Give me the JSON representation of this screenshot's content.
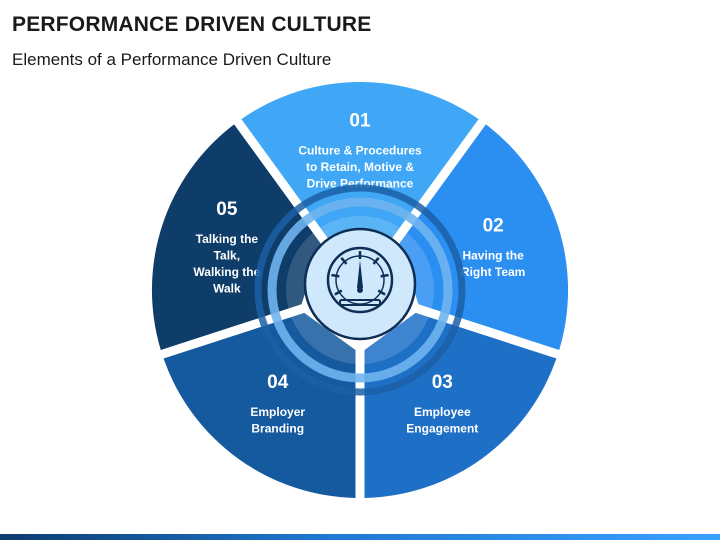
{
  "header": {
    "title": "PERFORMANCE DRIVEN CULTURE",
    "subtitle": "Elements of a Performance Driven Culture"
  },
  "segments": [
    {
      "number": "01",
      "lines": [
        "Culture & Procedures",
        "to Retain, Motive &",
        "Drive Performance"
      ],
      "color": "#3fa7f5"
    },
    {
      "number": "02",
      "lines": [
        "Having the",
        "Right Team"
      ],
      "color": "#2b8ff2"
    },
    {
      "number": "03",
      "lines": [
        "Employee",
        "Engagement"
      ],
      "color": "#1e6fc6"
    },
    {
      "number": "04",
      "lines": [
        "Employer",
        "Branding"
      ],
      "color": "#155a9e"
    },
    {
      "number": "05",
      "lines": [
        "Talking the",
        "Talk,",
        "Walking the",
        "Walk"
      ],
      "color": "#0e3d69"
    }
  ],
  "center_icon": "speedometer-gauge-icon",
  "colors": {
    "inner_ring": "#6fb4ee",
    "inner_ring_dark": "#1b5fa6",
    "hub_fill": "#cfe8fb",
    "hub_stroke": "#0e2f55",
    "footer_gradient": [
      "#0d3b6e",
      "#3aa0ff"
    ]
  }
}
